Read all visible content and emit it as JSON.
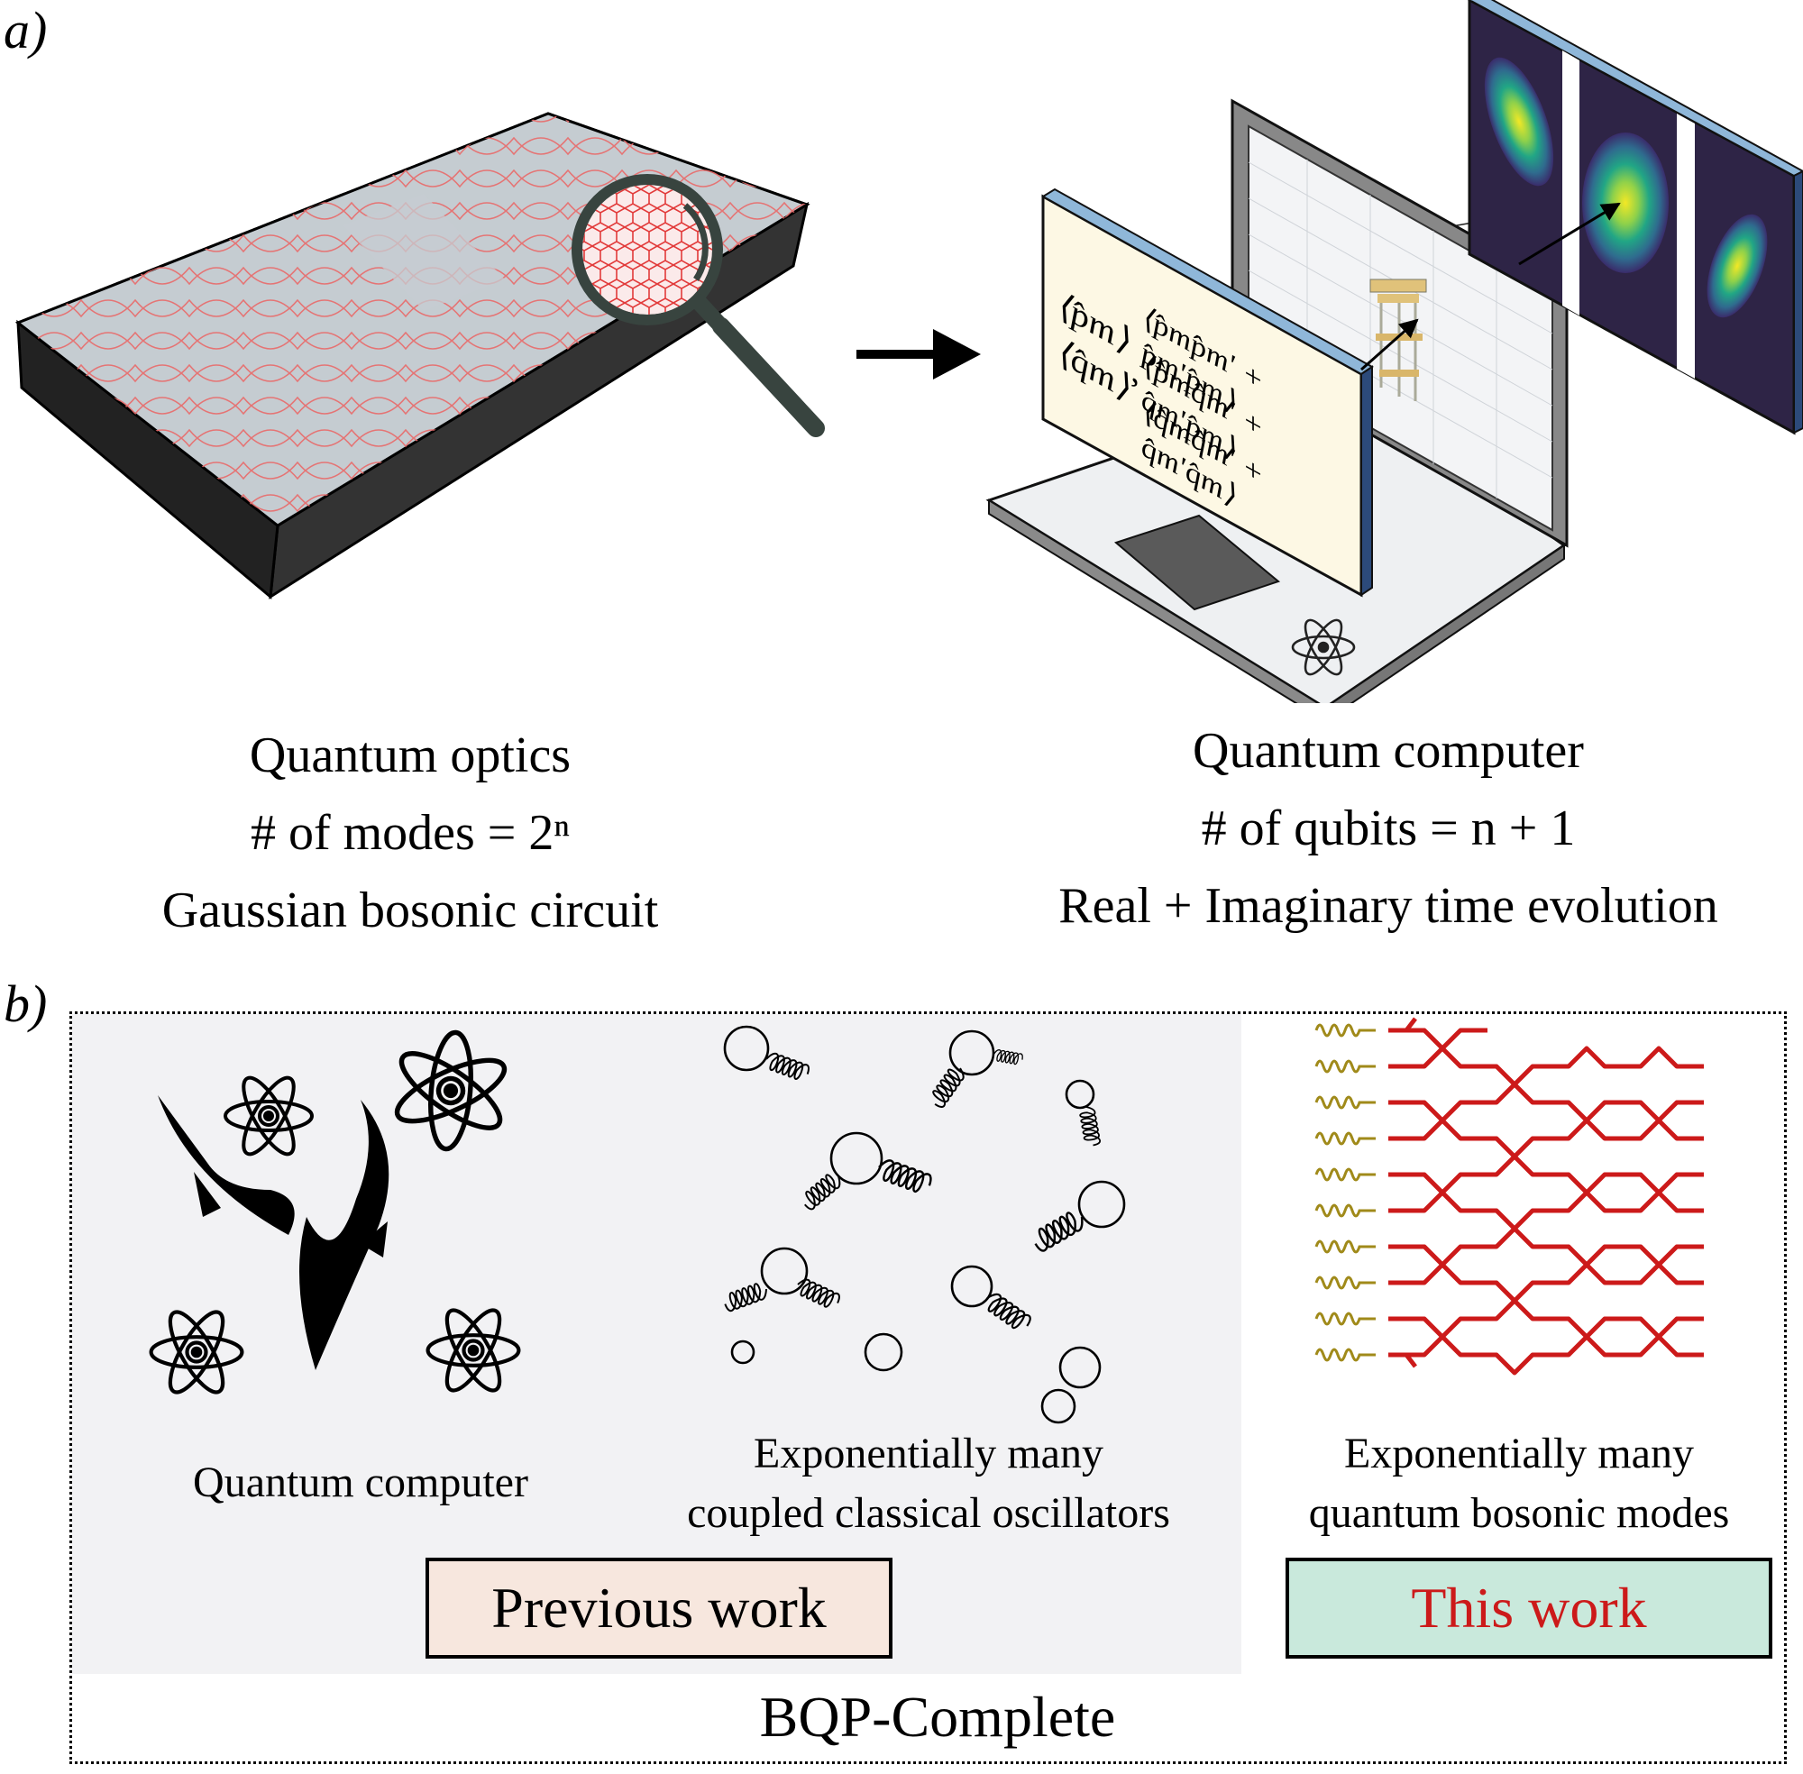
{
  "panel_a": {
    "label": "a)",
    "left_caption": [
      "Quantum optics",
      "# of modes = 2ⁿ",
      "Gaussian bosonic circuit"
    ],
    "right_caption": [
      "Quantum computer",
      "# of qubits = n + 1",
      "Real + Imaginary time evolution"
    ],
    "screen_math": [
      "⟨p̂m⟩",
      "⟨q̂m⟩",
      ",",
      "⟨p̂mp̂m′ + p̂m′p̂m⟩",
      "⟨p̂mq̂m′ + q̂m′p̂m⟩",
      "⟨q̂mq̂m′ + q̂m′q̂m⟩"
    ]
  },
  "panel_b": {
    "label": "b)",
    "qc_caption": "Quantum computer",
    "osc_caption": [
      "Exponentially many",
      "coupled classical oscillators"
    ],
    "bos_caption": [
      "Exponentially many",
      "quantum bosonic modes"
    ],
    "previous_work": "Previous work",
    "this_work": "This work",
    "footer": "BQP-Complete"
  },
  "colors": {
    "waveguide_red": "#cc1a1a",
    "photon_gold": "#a08a1a",
    "previous_bg": "#f7e7de",
    "this_bg": "#c9e9dc",
    "panel_gray": "#f2f2f4"
  }
}
